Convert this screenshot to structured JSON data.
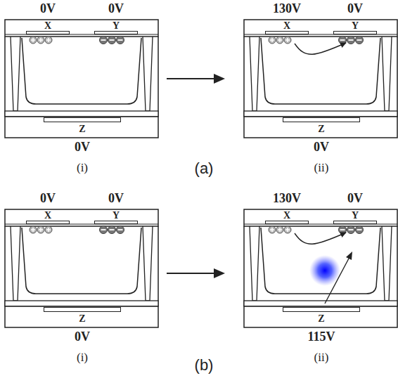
{
  "diagram": {
    "nodes": [
      {
        "text": [
          "X"
        ]
      },
      {
        "text": [
          "Y"
        ]
      },
      {
        "text": [
          "Z"
        ]
      },
      {
        "text": [
          "X"
        ]
      },
      {
        "text": [
          "Y"
        ]
      },
      {
        "text": [
          "Z"
        ]
      },
      {
        "text": [
          "X"
        ]
      },
      {
        "text": [
          "Y"
        ]
      },
      {
        "text": [
          "Z"
        ]
      },
      {
        "text": [
          "X"
        ]
      },
      {
        "text": [
          "Y"
        ]
      },
      {
        "text": [
          "Z"
        ]
      }
    ],
    "edges": [
      {
        "from": 3,
        "to": 4,
        "arrow": "to"
      },
      {
        "from": 9,
        "to": 10,
        "arrow": "to"
      }
    ],
    "labels": [
      "0V",
      "0V",
      "0V",
      "(i)",
      "130V",
      "0V",
      "0V",
      "(ii)",
      "(a)",
      "0V",
      "0V",
      "0V",
      "(i)",
      "130V",
      "0V",
      "115V",
      "(ii)",
      "(b)"
    ]
  }
}
